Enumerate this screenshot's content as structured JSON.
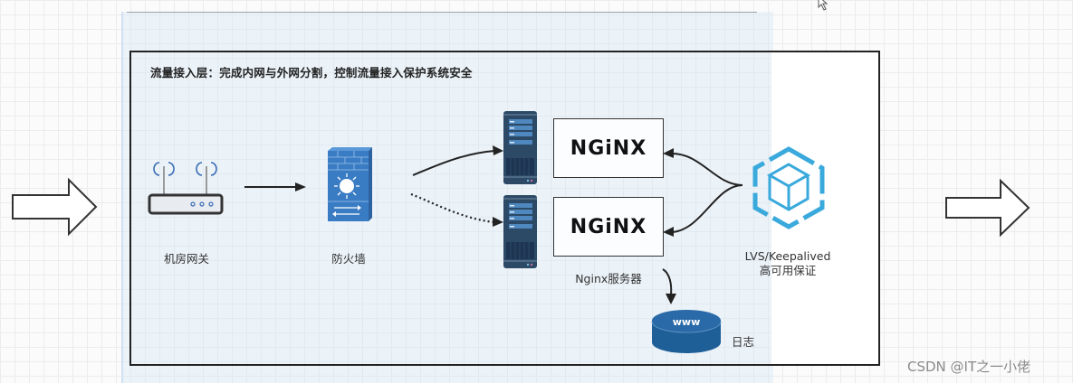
{
  "diagram": {
    "title": "流量接入层：完成内网与外网分割，控制流量接入保护系统安全",
    "nodes": {
      "gateway": {
        "label": "机房网关",
        "icon": "router-icon"
      },
      "firewall": {
        "label": "防火墙",
        "icon": "firewall-icon"
      },
      "nginx_servers": {
        "label": "Nginx服务器",
        "icon": "server-icon",
        "instances": [
          "NGiNX",
          "NGiNX"
        ]
      },
      "lvs": {
        "label_line1": "LVS/Keepalived",
        "label_line2": "高可用保证",
        "icon": "hexagon-cube-icon"
      },
      "log": {
        "label": "日志",
        "disk_text": "www",
        "icon": "database-disk-icon"
      }
    },
    "edges": [
      {
        "from": "gateway",
        "to": "firewall",
        "style": "solid"
      },
      {
        "from": "firewall",
        "to": "nginx_servers.0",
        "style": "solid"
      },
      {
        "from": "firewall",
        "to": "nginx_servers.1",
        "style": "dotted"
      },
      {
        "from": "lvs",
        "to": "nginx_servers.0",
        "style": "solid"
      },
      {
        "from": "lvs",
        "to": "nginx_servers.1",
        "style": "solid"
      },
      {
        "from": "nginx_servers",
        "to": "log",
        "style": "solid"
      }
    ],
    "colors": {
      "icon_blue": "#3a7cc4",
      "server_dark": "#2c4a66",
      "lvs_cyan": "#3aa9dc",
      "disk_blue": "#2a6aa8",
      "line": "#222222"
    }
  },
  "watermark": "CSDN @IT之一小佬"
}
